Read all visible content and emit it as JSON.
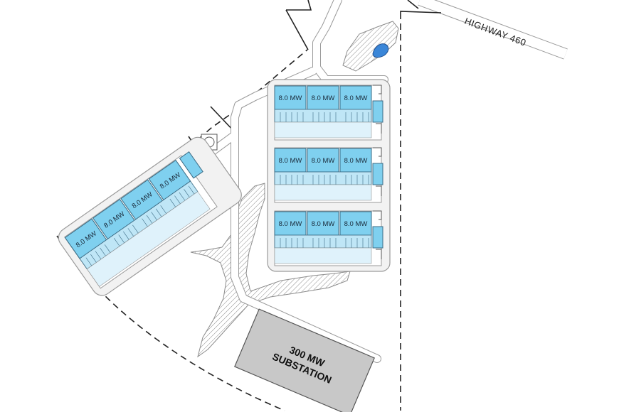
{
  "highway": {
    "label": "HIGHWAY 460"
  },
  "substation": {
    "line1": "300 MW",
    "line2": "SUBSTATION"
  },
  "unit_rating": "8.0 MW",
  "blocks": [
    {
      "id": "east-block-1",
      "units": [
        "8.0 MW",
        "8.0 MW",
        "8.0 MW"
      ]
    },
    {
      "id": "east-block-2",
      "units": [
        "8.0 MW",
        "8.0 MW",
        "8.0 MW"
      ]
    },
    {
      "id": "east-block-3",
      "units": [
        "8.0 MW",
        "8.0 MW",
        "8.0 MW"
      ]
    },
    {
      "id": "west-block",
      "units": [
        "8.0 MW",
        "8.0 MW",
        "8.0 MW",
        "8.0 MW"
      ]
    }
  ],
  "colors": {
    "unit_fill": "#7fd0ef",
    "unit_fill_light": "#dff2fb",
    "pad": "#f2f2f2",
    "road_outline": "#9a9a9a",
    "substation": "#c8c8c8",
    "pond": "#3a86d8",
    "hatch": "#8c8c8c"
  }
}
